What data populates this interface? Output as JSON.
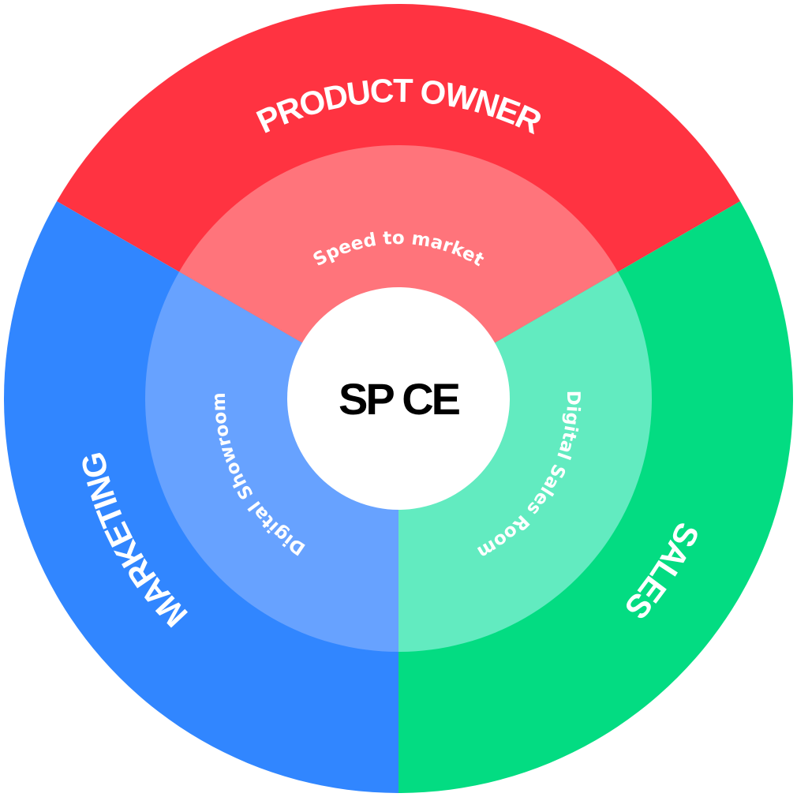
{
  "center": {
    "label": "SP CE"
  },
  "segments": [
    {
      "id": "product-owner",
      "outer_label": "PRODUCT OWNER",
      "inner_label": "Speed to market",
      "outer_color": "#FF3341",
      "inner_color": "#FF747B"
    },
    {
      "id": "sales",
      "outer_label": "SALES",
      "inner_label": "Digital Sales Room",
      "outer_color": "#03DC82",
      "inner_color": "#62EBC0"
    },
    {
      "id": "marketing",
      "outer_label": "MARKETING",
      "inner_label": "Digital Showroom",
      "outer_color": "#3186FF",
      "inner_color": "#67A2FF"
    }
  ]
}
